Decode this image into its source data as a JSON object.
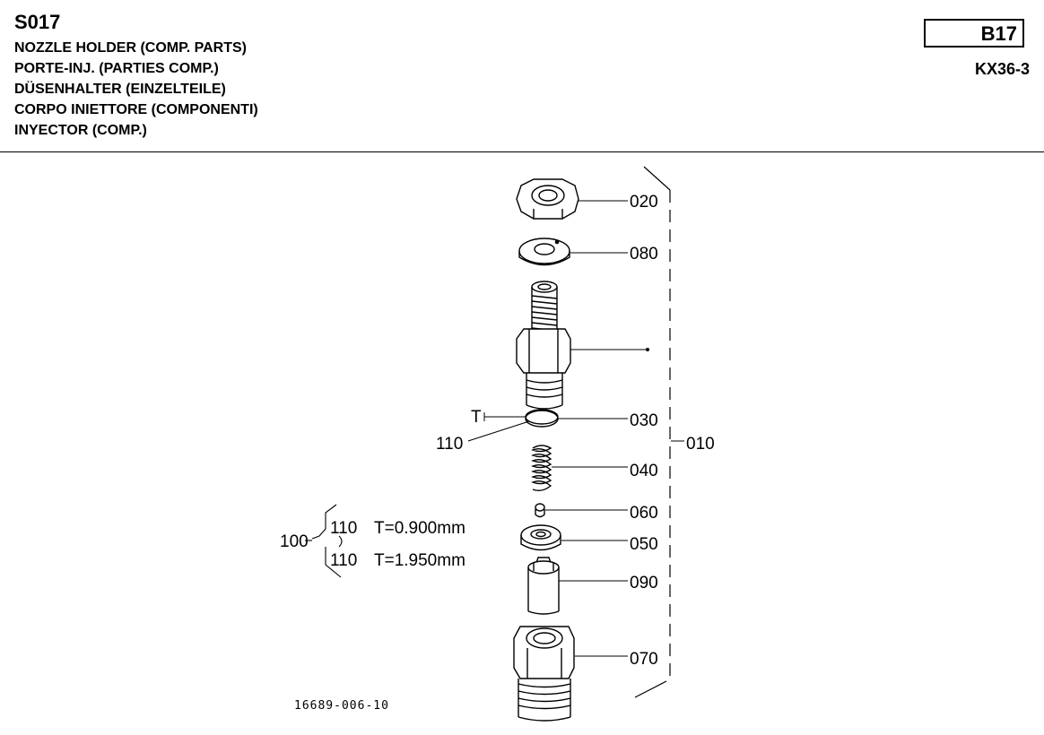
{
  "header": {
    "code": "S017",
    "titles": [
      "NOZZLE HOLDER  (COMP. PARTS)",
      "PORTE-INJ. (PARTIES COMP.)",
      "DÜSENHALTER (EINZELTEILE)",
      "CORPO INIETTORE (COMPONENTI)",
      "INYECTOR (COMP.)"
    ],
    "badge": "B17",
    "model": "KX36-3"
  },
  "parts": {
    "p020": "020",
    "p080": "080",
    "p030": "030",
    "p010": "010",
    "p040": "040",
    "p060": "060",
    "p050": "050",
    "p090": "090",
    "p070": "070",
    "p110": "110",
    "t_marker": "T"
  },
  "shim_note": {
    "group": "100",
    "line1_part": "110",
    "line1_spec": "T=0.900mm",
    "line2_part": "110",
    "line2_spec": "T=1.950mm"
  },
  "drawing_ref": "16689-006-10"
}
